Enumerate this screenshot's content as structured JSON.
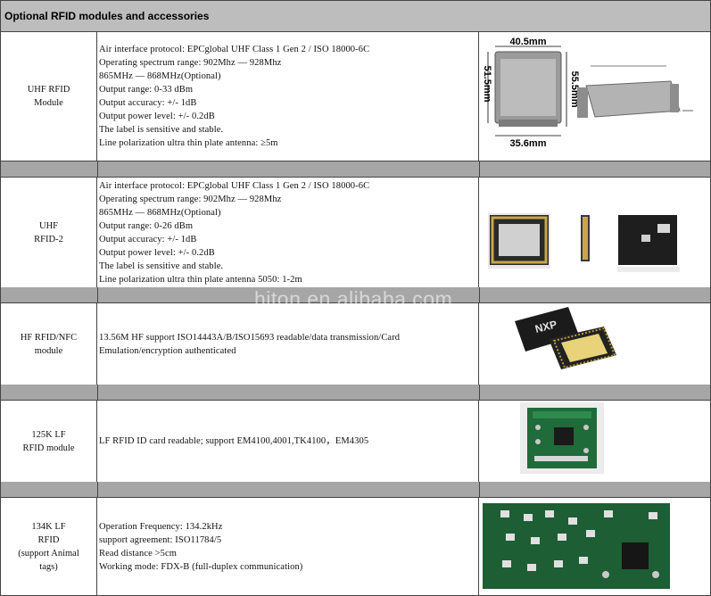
{
  "header": {
    "title": "Optional RFID modules and accessories"
  },
  "watermark": "hiton.en.alibaba.com",
  "modules": [
    {
      "name": "UHF RFID\nModule",
      "specs": [
        "Air interface protocol: EPCglobal UHF Class 1 Gen 2 / ISO 18000-6C",
        "Operating spectrum range: 902Mhz — 928Mhz",
        "865MHz — 868MHz(Optional)",
        "Output range:   0-33 dBm",
        "Output accuracy:  +/- 1dB",
        "Output power level: +/- 0.2dB",
        "The label is sensitive and stable.",
        "Line polarization ultra thin plate antenna:   ≥5m"
      ],
      "image_dims": {
        "top": "40.5mm",
        "left": "51.5mm",
        "right": "55.5mm",
        "bottom": "35.6mm"
      }
    },
    {
      "name": "UHF\nRFID-2",
      "specs": [
        "Air interface protocol: EPCglobal UHF Class 1 Gen 2 / ISO 18000-6C",
        "Operating spectrum range: 902Mhz — 928Mhz",
        "865MHz — 868MHz(Optional)",
        "Output range:   0-26 dBm",
        "Output accuracy:  +/- 1dB",
        "Output power level: +/- 0.2dB",
        "The label is sensitive and stable.",
        "Line polarization ultra thin plate antenna 5050:  1-2m"
      ]
    },
    {
      "name": "HF RFID/NFC\nmodule",
      "specs": [
        "13.56M HF support ISO14443A/B/ISO15693 readable/data transmission/Card",
        "Emulation/encryption authenticated"
      ],
      "chip_label": "NXP"
    },
    {
      "name": "125K LF\nRFID module",
      "specs": [
        "LF RFID ID card readable; support EM4100,4001,TK4100，EM4305"
      ]
    },
    {
      "name": "134K LF\nRFID\n(support Animal\ntags)",
      "specs": [
        "Operation Frequency: 134.2kHz",
        "support agreement: ISO11784/5",
        "Read distance >5cm",
        "Working mode: FDX-B (full-duplex communication)"
      ]
    }
  ],
  "colors": {
    "header_bg": "#bdbdbd",
    "gap_bg": "#a6a6a6",
    "border": "#444444",
    "pcb_green": "#1f6b3a"
  }
}
